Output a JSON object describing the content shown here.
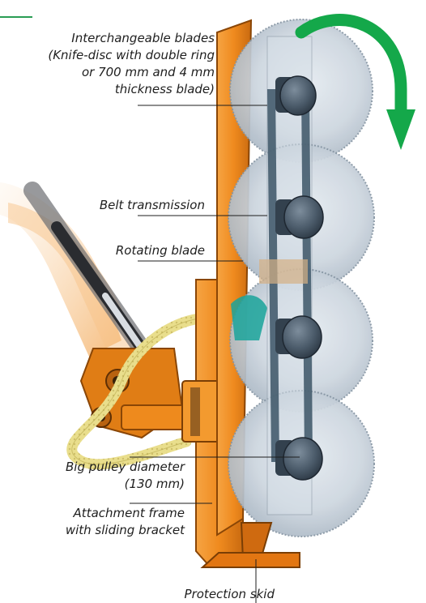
{
  "colors": {
    "frame_orange": "#f08a1c",
    "blade_grey": "#c9d3dc",
    "arrow_green": "#14a84a",
    "hose_yellow": "#e8dd8a",
    "pulley_blue": "#3f4f5e"
  },
  "labels": {
    "blades": [
      "Interchangeable blades",
      "(Knife-disc with double ring",
      "or 700 mm and 4 mm",
      "thickness blade)"
    ],
    "belt": "Belt transmission",
    "rotating": "Rotating blade",
    "pulley": [
      "Big pulley diameter",
      "(130 mm)"
    ],
    "attachment": [
      "Attachment frame",
      "with sliding bracket"
    ],
    "skid": "Protection skid"
  },
  "icons": {
    "rotation": "curved-arrow-clockwise-icon"
  }
}
